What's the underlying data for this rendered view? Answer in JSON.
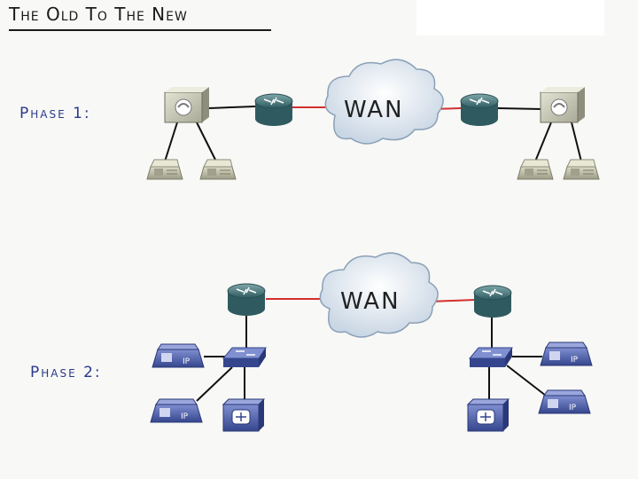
{
  "title": "The Old To The New",
  "phase1": {
    "label": "Phase 1:",
    "wan_label": "WAN"
  },
  "phase2": {
    "label": "Phase 2:",
    "wan_label": "WAN"
  },
  "colors": {
    "wan_link": "#d23030",
    "lan_link": "#111111",
    "router": "#3e6f73",
    "ip_device": "#4a5aa6",
    "pbx": "#c9c9b8",
    "phone": "#c7c7b0",
    "cloud": "#e4ecf4"
  }
}
